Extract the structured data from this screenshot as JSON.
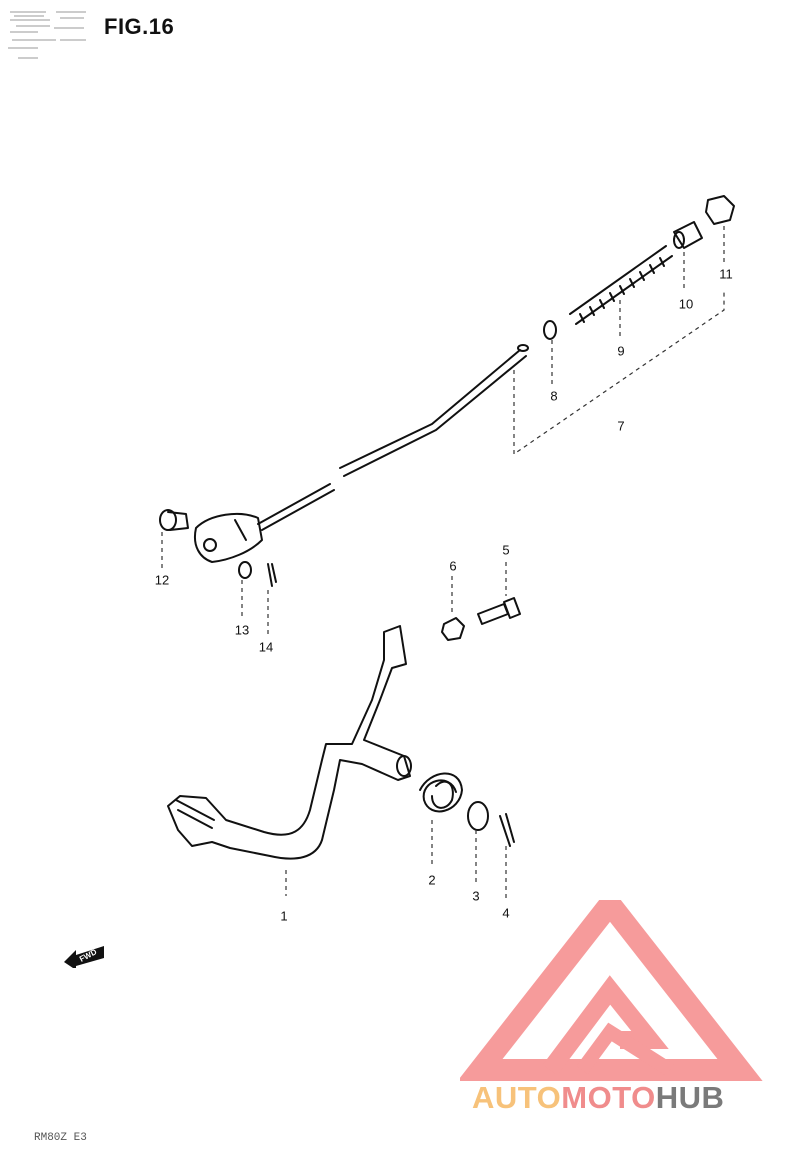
{
  "figure": {
    "title": "FIG.16",
    "model_code": "RM80Z E3"
  },
  "direction_badge": {
    "text": "FWD",
    "icon": "forward-arrow-icon"
  },
  "callouts": [
    {
      "id": "1",
      "label": "1"
    },
    {
      "id": "2",
      "label": "2"
    },
    {
      "id": "3",
      "label": "3"
    },
    {
      "id": "4",
      "label": "4"
    },
    {
      "id": "5",
      "label": "5"
    },
    {
      "id": "6",
      "label": "6"
    },
    {
      "id": "7",
      "label": "7"
    },
    {
      "id": "8",
      "label": "8"
    },
    {
      "id": "9",
      "label": "9"
    },
    {
      "id": "10",
      "label": "10"
    },
    {
      "id": "11",
      "label": "11"
    },
    {
      "id": "12",
      "label": "12"
    },
    {
      "id": "13",
      "label": "13"
    },
    {
      "id": "14",
      "label": "14"
    }
  ],
  "watermark": {
    "logo": "triangle-m-logo",
    "part_1": "AUTO",
    "part_2": "MOTO",
    "part_3": "HUB",
    "colors": {
      "auto": "#f7c27a",
      "moto": "#f08c8c",
      "hub": "#7a7a7a",
      "triangle": "#f58a8a"
    }
  }
}
